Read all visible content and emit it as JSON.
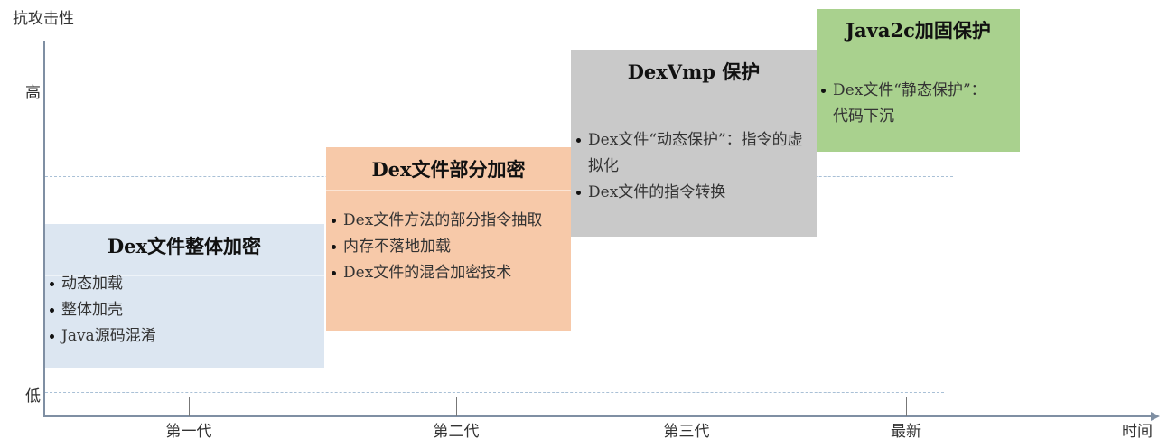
{
  "y_axis": {
    "label": "抗攻击性",
    "high": "高",
    "low": "低"
  },
  "x_axis": {
    "label": "时间",
    "ticks": [
      "第一代",
      "第二代",
      "第三代",
      "最新"
    ]
  },
  "stages": [
    {
      "title": "Dex文件整体加密",
      "color": "#dce6f1",
      "items": [
        "动态加载",
        "整体加壳",
        "Java源码混淆"
      ]
    },
    {
      "title": "Dex文件部分加密",
      "color": "#f7c9a9",
      "items": [
        "Dex文件方法的部分指令抽取",
        "内存不落地加载",
        "Dex文件的混合加密技术"
      ]
    },
    {
      "title": "DexVmp 保护",
      "color": "#c9c9c9",
      "items": [
        "Dex文件“动态保护”：指令的虚拟化",
        "Dex文件的指令转换"
      ]
    },
    {
      "title": "Java2c加固保护",
      "color": "#a9d18e",
      "items": [
        "Dex文件“静态保护”：代码下沉"
      ]
    }
  ]
}
